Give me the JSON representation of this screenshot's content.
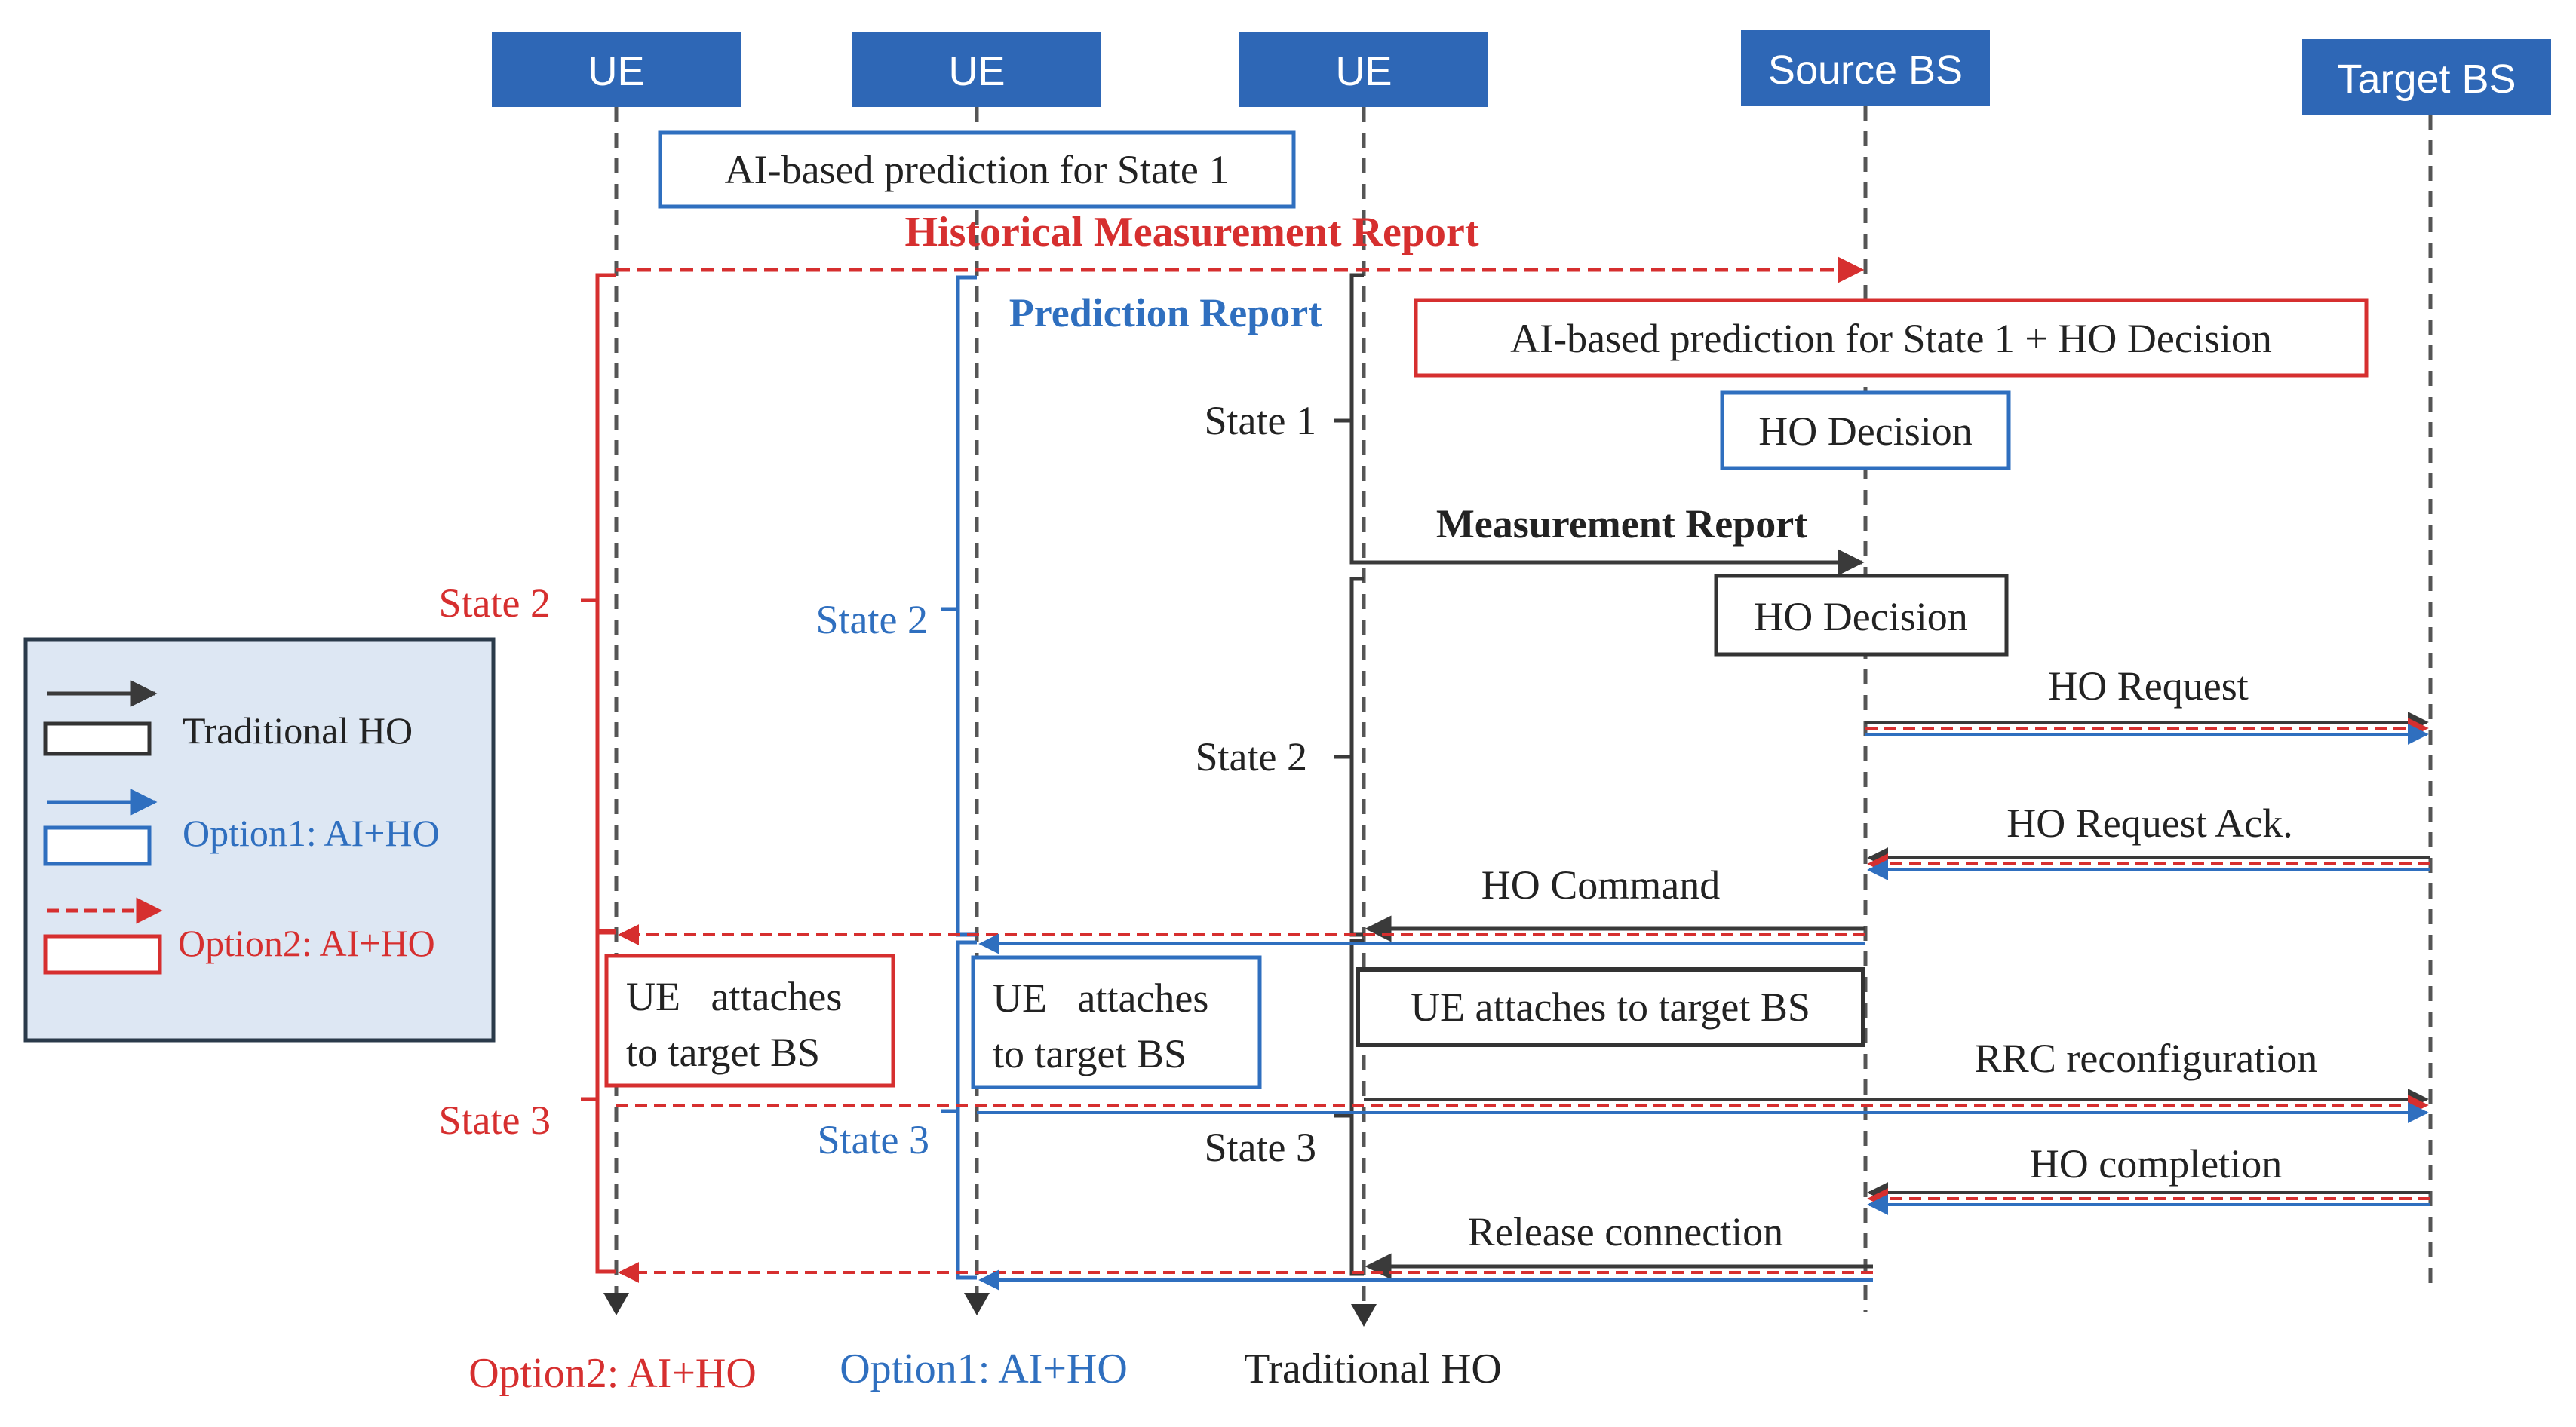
{
  "colors": {
    "header_fill": "#2e67b6",
    "header_text": "#ffffff",
    "traditional": "#3a3a3a",
    "option1": "#2f6fbf",
    "option2": "#d62f2f",
    "legend_bg": "#dde7f3",
    "legend_border": "#2a3a4a",
    "lifeline": "#555555"
  },
  "headers": {
    "ue1": "UE",
    "ue2": "UE",
    "ue3": "UE",
    "source_bs": "Source BS",
    "target_bs": "Target BS"
  },
  "boxes": {
    "ai_pred_state1": "AI-based prediction for State 1",
    "ai_pred_state1_ho": "AI-based prediction for State 1 + HO Decision",
    "ho_decision_option1": "HO Decision",
    "ho_decision_traditional": "HO Decision",
    "attach_option2_line1": "UE   attaches",
    "attach_option2_line2": "to target BS",
    "attach_option1_line1": "UE   attaches",
    "attach_option1_line2": "to target BS",
    "attach_traditional": "UE attaches to target BS"
  },
  "messages": {
    "historical_measurement_report": "Historical Measurement Report",
    "prediction_report": "Prediction Report",
    "measurement_report": "Measurement Report",
    "ho_request": "HO Request",
    "ho_request_ack": "HO Request Ack.",
    "ho_command": "HO Command",
    "rrc_reconfiguration": "RRC reconfiguration",
    "ho_completion": "HO completion",
    "release_connection": "Release connection"
  },
  "states": {
    "option2_state2": "State 2",
    "option2_state3": "State 3",
    "option1_state2": "State 2",
    "option1_state3": "State 3",
    "traditional_state1": "State 1",
    "traditional_state2": "State 2",
    "traditional_state3": "State 3"
  },
  "legend": {
    "traditional": "Traditional HO",
    "option1": "Option1: AI+HO",
    "option2": "Option2: AI+HO"
  },
  "footer": {
    "option2": "Option2: AI+HO",
    "option1": "Option1: AI+HO",
    "traditional": "Traditional HO"
  }
}
